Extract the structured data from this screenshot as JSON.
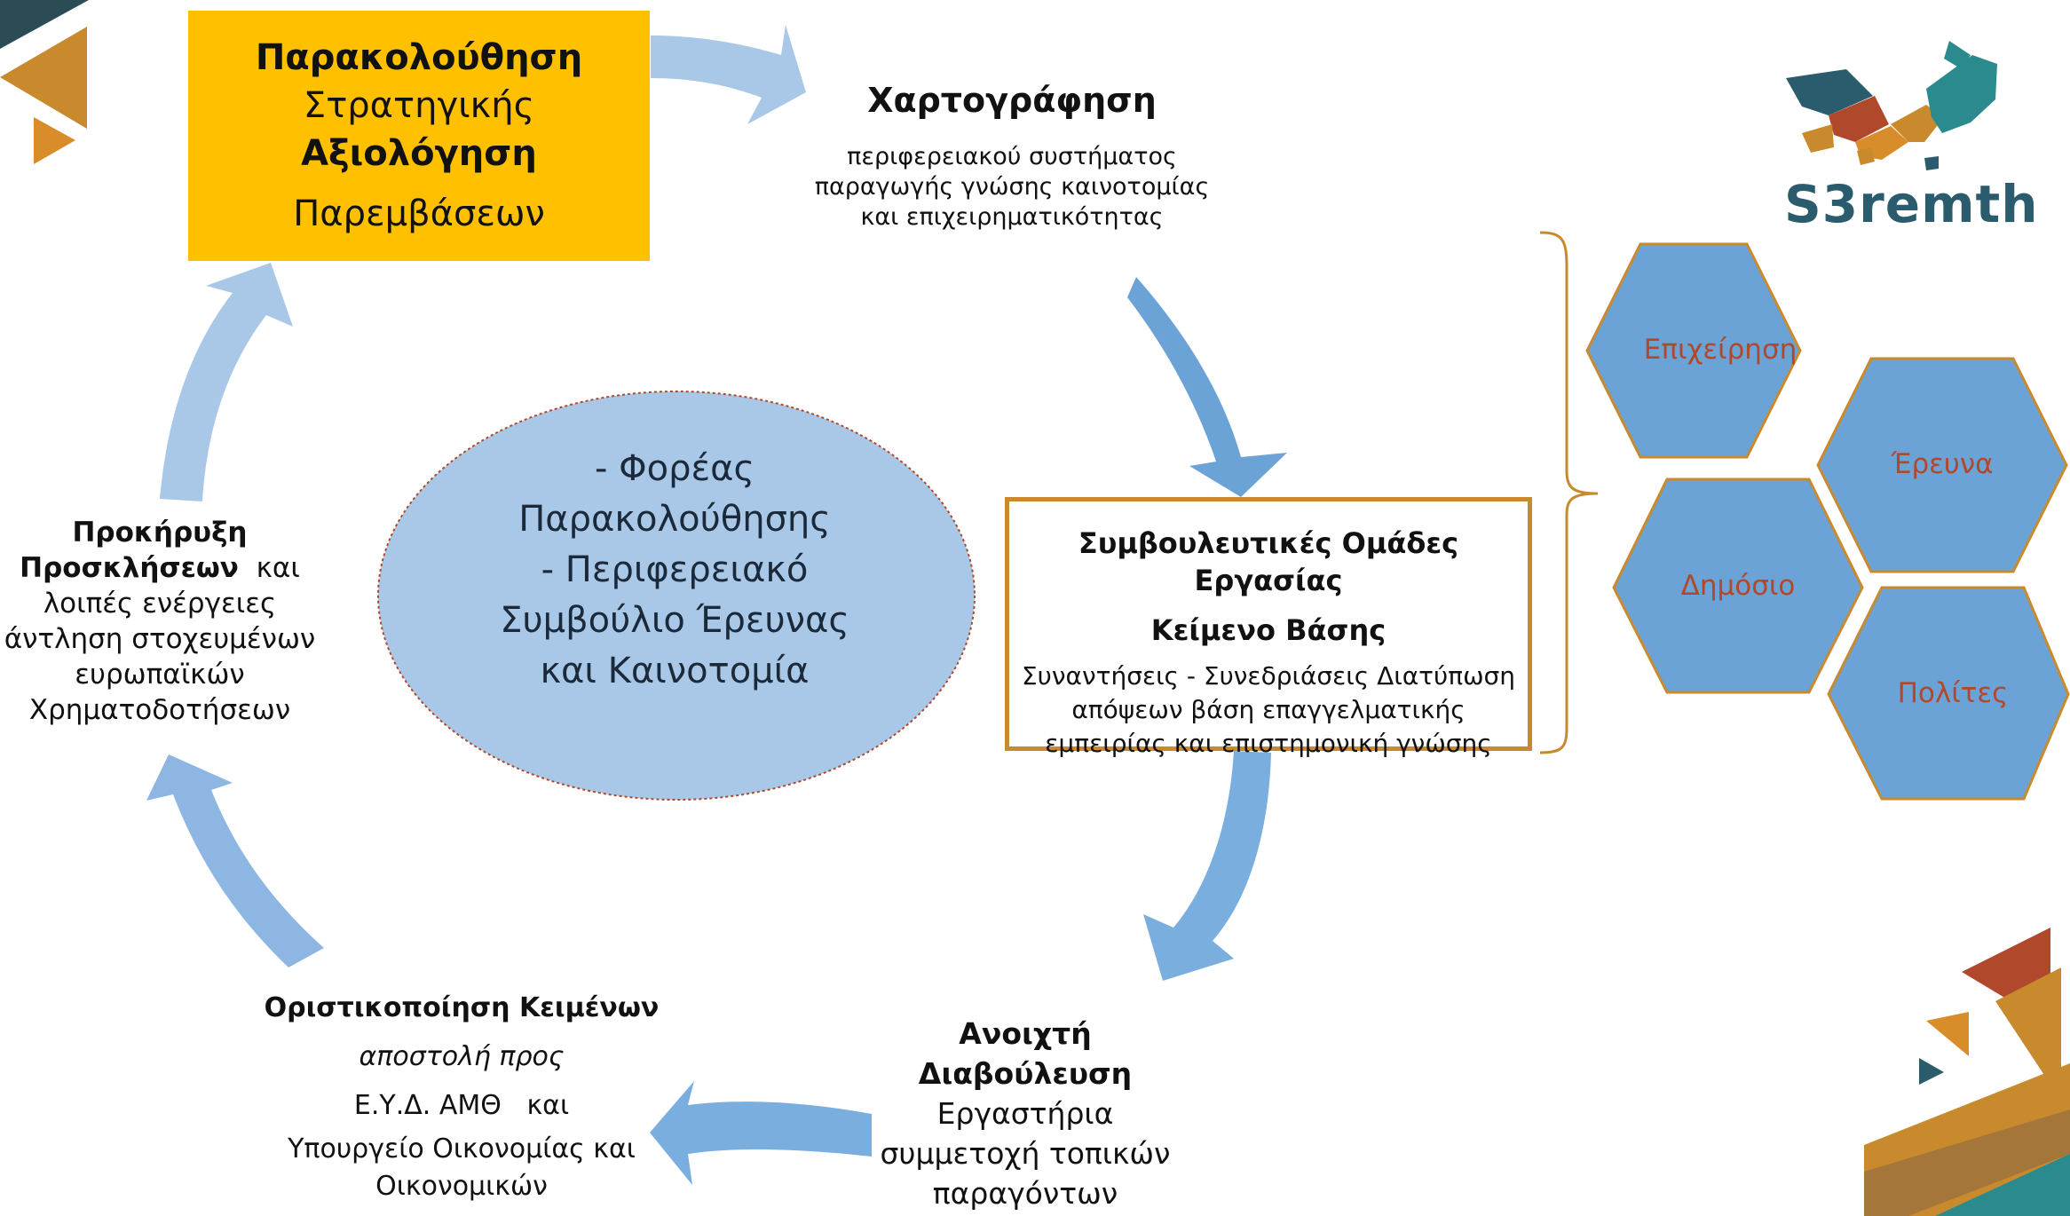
{
  "monitor_box": {
    "line1": "Παρακολούθηση",
    "line2_a": "Στρατηγικής ",
    "line2_b": "Αξιολόγηση",
    "line3": "Παρεμβάσεων"
  },
  "mapping": {
    "title": "Χαρτογράφηση",
    "line1": "περιφερειακού συστήματος",
    "line2": "παραγωγής γνώσης καινοτομίας",
    "line3": "και επιχειρηματικότητας"
  },
  "advisory": {
    "title1": "Συμβουλευτικές Ομάδες Εργασίας",
    "title2": "Κείμενο Βάσης",
    "line1": "Συναντήσεις - Συνεδριάσεις Διατύπωση",
    "line2": "απόψεων βάση επαγγελματικής",
    "line3": "εμπειρίας και επιστημονική γνώσης"
  },
  "ellipse": {
    "line1": "- Φορέας",
    "line2": "Παρακολούθησης",
    "line3": "- Περιφερειακό",
    "line4": "Συμβούλιο Έρευνας",
    "line5": "και Καινοτομία"
  },
  "announce": {
    "bold1": "Προκήρυξη",
    "bold2": "Προσκλήσεων",
    "rest2": "  και",
    "line3": "λοιπές ενέργειες",
    "line4": "άντληση στοχευμένων",
    "line5": "ευρωπαϊκών",
    "line6": "Χρηματοδοτήσεων"
  },
  "finalize": {
    "title": "Οριστικοποίηση Κειμένων",
    "line2": "αποστολή προς",
    "line3": "Ε.Υ.Δ. ΑΜΘ   και",
    "line4": "Υπουργείο Οικονομίας και",
    "line5": "Οικονομικών"
  },
  "consultation": {
    "bold1": "Ανοιχτή",
    "bold2": "Διαβούλευση",
    "line3": "Εργαστήρια",
    "line4": "συμμετοχή τοπικών",
    "line5": "παραγόντων"
  },
  "hexagons": {
    "business": "Επιχείρηση",
    "research": "Έρευνα",
    "public": "Δημόσιο",
    "citizens": "Πολίτες"
  },
  "logo": {
    "text": "S3remth"
  },
  "colors": {
    "yellow": "#FFC000",
    "arrow_light": "#A9C8E8",
    "arrow_mid": "#6FA3D8",
    "hex_fill": "#6BA3D6",
    "hex_border": "#C98A2E",
    "ellipse_fill": "#A9C8E8",
    "accent_orange": "#C98A2E",
    "accent_red": "#B0492B",
    "accent_teal": "#2B5C6E"
  }
}
